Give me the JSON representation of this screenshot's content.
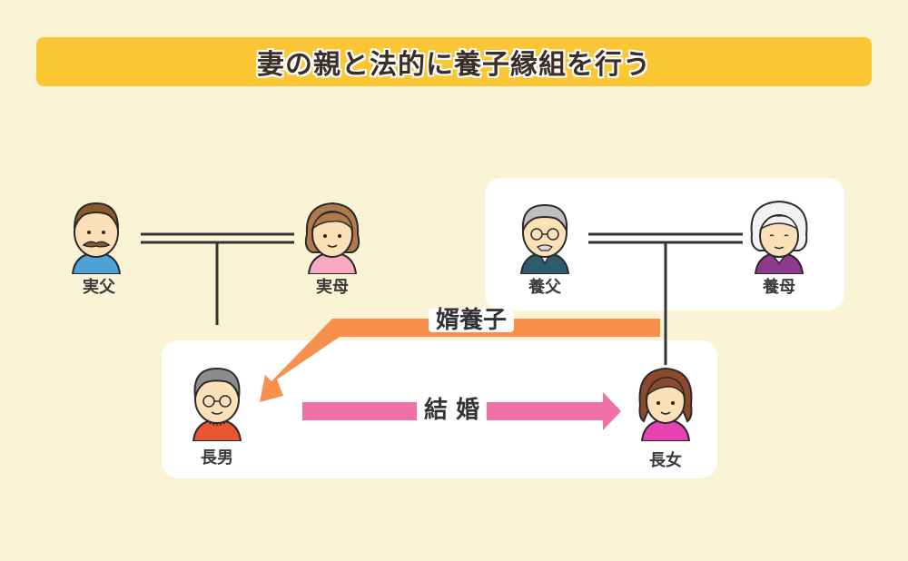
{
  "title": "妻の親と法的に養子縁組を行う",
  "people": {
    "biological_father": "実父",
    "biological_mother": "実母",
    "adoptive_father": "養父",
    "adoptive_mother": "養母",
    "eldest_son": "長男",
    "eldest_daughter": "長女"
  },
  "arrows": {
    "adoption": "婿養子",
    "marriage": "結 婚"
  },
  "colors": {
    "background": "#FBF3D6",
    "banner": "#FBC634",
    "adoption_arrow": "#F7904B",
    "marriage_arrow": "#F071A8",
    "line": "#333333"
  }
}
